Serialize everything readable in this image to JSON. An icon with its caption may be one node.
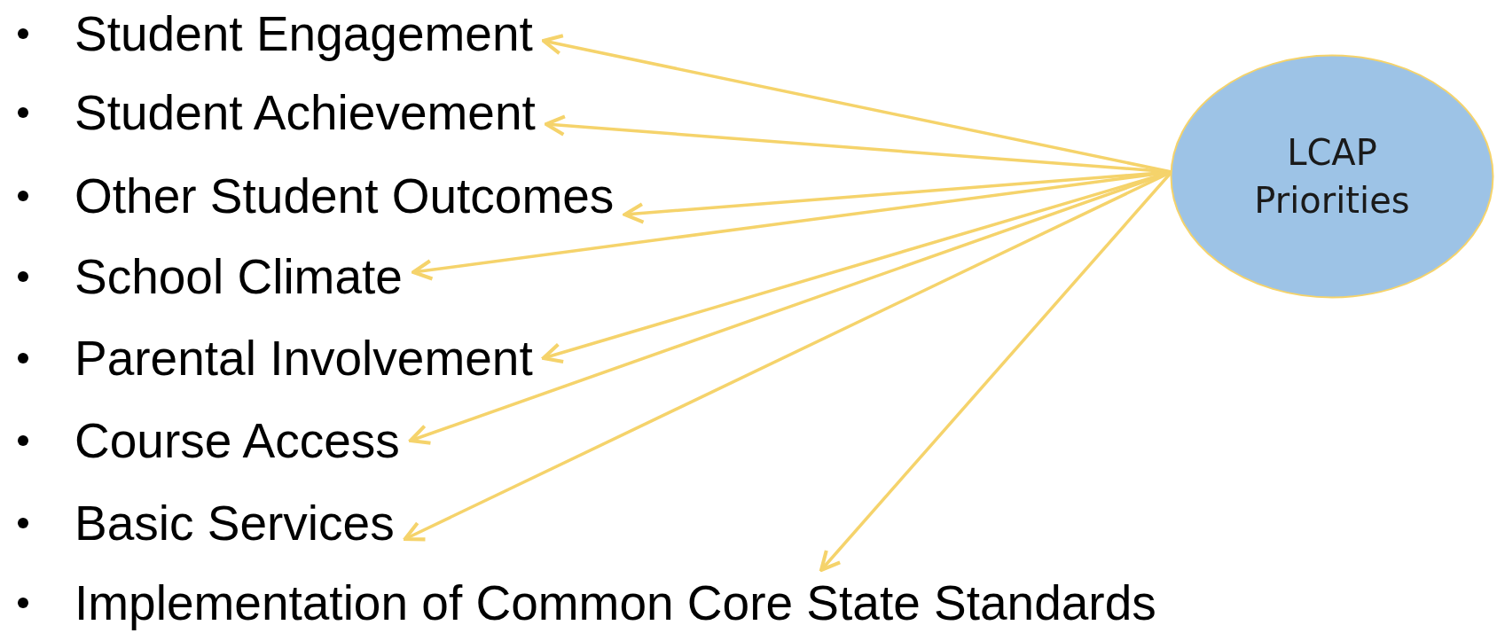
{
  "diagram": {
    "nodes": [
      {
        "text": [
          "Student Engagement"
        ]
      },
      {
        "text": [
          "Student Achievement"
        ]
      },
      {
        "text": [
          "Other Student Outcomes"
        ]
      },
      {
        "text": [
          "School Climate"
        ]
      },
      {
        "text": [
          "Parental Involvement"
        ]
      },
      {
        "text": [
          "Course Access"
        ]
      },
      {
        "text": [
          "Basic Services"
        ]
      },
      {
        "text": [
          "Implementation of Common Core State Standards"
        ]
      },
      {
        "text": [
          "LCAP Priorities"
        ]
      }
    ],
    "edges": [
      {
        "from": 8,
        "to": 0,
        "arrow": "to"
      },
      {
        "from": 8,
        "to": 1,
        "arrow": "to"
      },
      {
        "from": 8,
        "to": 2,
        "arrow": "to"
      },
      {
        "from": 8,
        "to": 3,
        "arrow": "to"
      },
      {
        "from": 8,
        "to": 4,
        "arrow": "to"
      },
      {
        "from": 8,
        "to": 5,
        "arrow": "to"
      },
      {
        "from": 8,
        "to": 6,
        "arrow": "to"
      },
      {
        "from": 8,
        "to": 7,
        "arrow": "to"
      }
    ]
  }
}
